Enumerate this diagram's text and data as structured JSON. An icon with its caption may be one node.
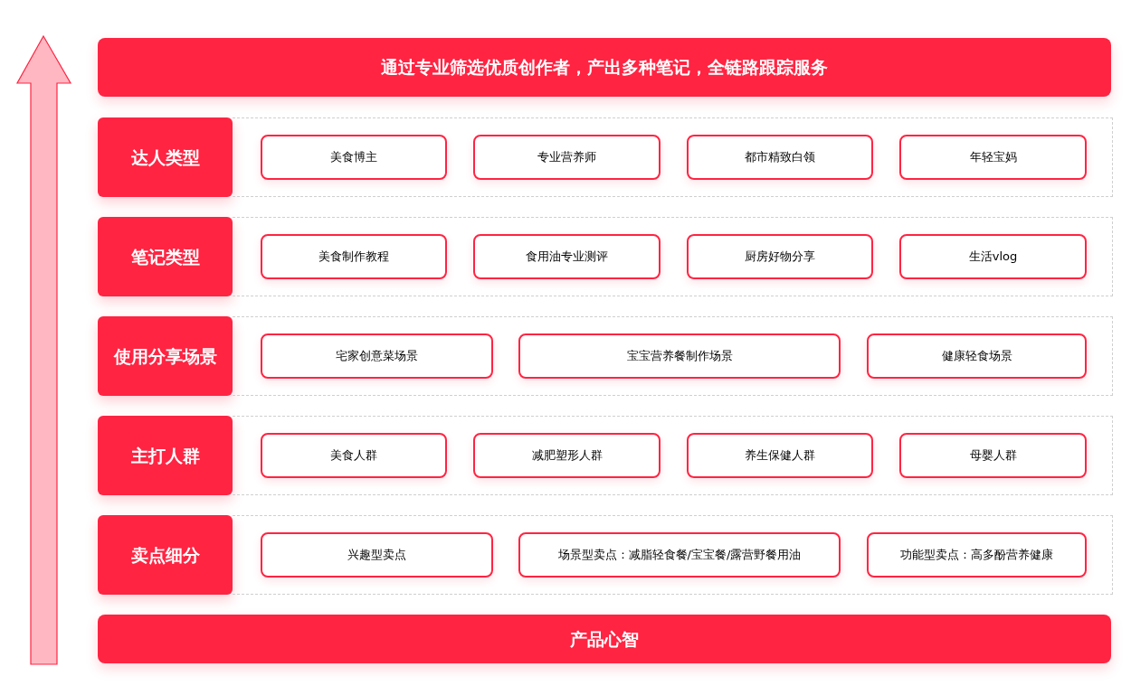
{
  "diagram": {
    "nodes": [
      {
        "text": [
          "通过专业筛选优质创作者，产出多种笔记，全链路跟踪服务"
        ]
      },
      {
        "text": [
          "达人类型"
        ]
      },
      {
        "text": [],
        "shape": "box"
      },
      {
        "text": [
          "美食博主"
        ],
        "in": 2
      },
      {
        "text": [
          "专业营养师"
        ],
        "in": 2
      },
      {
        "text": [
          "都市精致白领"
        ],
        "in": 2
      },
      {
        "text": [
          "年轻宝妈"
        ],
        "in": 2
      },
      {
        "text": [
          "笔记类型"
        ]
      },
      {
        "text": [],
        "shape": "box"
      },
      {
        "text": [
          "美食制作教程"
        ],
        "in": 8
      },
      {
        "text": [
          "食用油专业测评"
        ],
        "in": 8
      },
      {
        "text": [
          "厨房好物分享"
        ],
        "in": 8
      },
      {
        "text": [
          "生活vlog"
        ],
        "in": 8
      },
      {
        "text": [
          "使用分享场景"
        ]
      },
      {
        "text": [],
        "shape": "box"
      },
      {
        "text": [
          "宅家创意菜场景"
        ],
        "in": 14
      },
      {
        "text": [
          "宝宝营养餐制作场景"
        ],
        "in": 14
      },
      {
        "text": [
          "健康轻食场景"
        ],
        "in": 14
      },
      {
        "text": [
          "主打人群"
        ]
      },
      {
        "text": [],
        "shape": "box"
      },
      {
        "text": [
          "美食人群"
        ],
        "in": 19
      },
      {
        "text": [
          "减肥塑形人群"
        ],
        "in": 19
      },
      {
        "text": [
          "养生保健人群"
        ],
        "in": 19
      },
      {
        "text": [
          "母婴人群"
        ],
        "in": 19
      },
      {
        "text": [
          "卖点细分"
        ]
      },
      {
        "text": [],
        "shape": "box"
      },
      {
        "text": [
          "兴趣型卖点"
        ],
        "in": 25
      },
      {
        "text": [
          "场景型卖点：减脂轻食餐/宝宝餐/露营野餐用油"
        ],
        "in": 25
      },
      {
        "text": [
          "功能型卖点：高多酚营养健康"
        ],
        "in": 25
      },
      {
        "text": [
          "产品心智"
        ]
      }
    ],
    "edges": []
  }
}
